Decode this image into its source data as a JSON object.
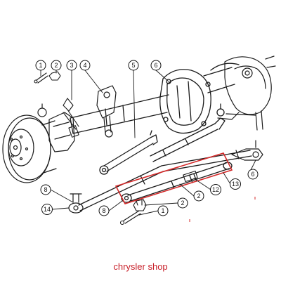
{
  "diagram": {
    "callouts": [
      {
        "id": "c1a",
        "label": "1"
      },
      {
        "id": "c2a",
        "label": "2"
      },
      {
        "id": "c3",
        "label": "3"
      },
      {
        "id": "c4",
        "label": "4"
      },
      {
        "id": "c5",
        "label": "5"
      },
      {
        "id": "c6a",
        "label": "6"
      },
      {
        "id": "c8a",
        "label": "8"
      },
      {
        "id": "c14",
        "label": "14"
      },
      {
        "id": "c8b",
        "label": "8"
      },
      {
        "id": "c2b",
        "label": "2"
      },
      {
        "id": "c1b",
        "label": "1"
      },
      {
        "id": "c2c",
        "label": "2"
      },
      {
        "id": "c12",
        "label": "12"
      },
      {
        "id": "c13",
        "label": "13"
      },
      {
        "id": "c6b",
        "label": "6"
      }
    ],
    "highlight_color": "#d42a2a",
    "ink_color": "#1a1a1a"
  },
  "caption": {
    "text": "chrysler shop",
    "color": "#c8202a"
  }
}
